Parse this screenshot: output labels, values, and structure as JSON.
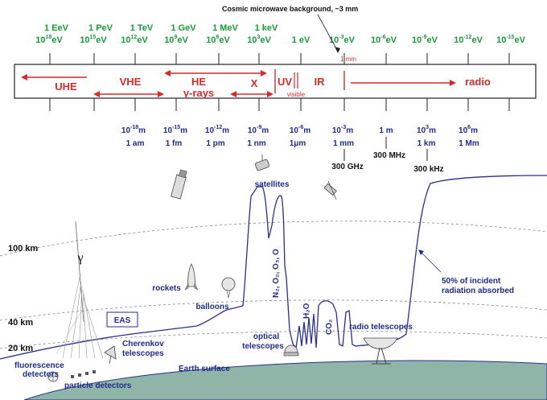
{
  "energy_labels": [
    {
      "top": "1 EeV",
      "base": "10",
      "exp": "18",
      "unit": "eV"
    },
    {
      "top": "1 PeV",
      "base": "10",
      "exp": "15",
      "unit": "eV"
    },
    {
      "top": "1 TeV",
      "base": "10",
      "exp": "12",
      "unit": "eV"
    },
    {
      "top": "1 GeV",
      "base": "10",
      "exp": "9",
      "unit": "eV"
    },
    {
      "top": "1 MeV",
      "base": "10",
      "exp": "6",
      "unit": "eV"
    },
    {
      "top": "1 keV",
      "base": "10",
      "exp": "3",
      "unit": "eV"
    },
    {
      "top": "",
      "base": "1 eV",
      "exp": "",
      "unit": ""
    },
    {
      "top": "",
      "base": "10",
      "exp": "-3",
      "unit": "eV"
    },
    {
      "top": "",
      "base": "10",
      "exp": "-6",
      "unit": "eV"
    },
    {
      "top": "",
      "base": "10",
      "exp": "-9",
      "unit": "eV"
    },
    {
      "top": "",
      "base": "10",
      "exp": "-12",
      "unit": "eV"
    },
    {
      "top": "",
      "base": "10",
      "exp": "-15",
      "unit": "eV"
    }
  ],
  "cmb_label": "Cosmic microwave background, ~3 mm",
  "cmb_marker": "1 mm",
  "bands": {
    "uhe": "UHE",
    "vhe": "VHE",
    "he": "HE",
    "gamma_rays": "γ-rays",
    "x": "X",
    "uv": "UV",
    "ir": "IR",
    "visible": "visible",
    "radio": "radio"
  },
  "wavelength_labels": [
    {
      "base": "10",
      "exp": "-18",
      "unit": "m",
      "name": "1 am"
    },
    {
      "base": "10",
      "exp": "-15",
      "unit": "m",
      "name": "1 fm"
    },
    {
      "base": "10",
      "exp": "-12",
      "unit": "m",
      "name": "1 pm"
    },
    {
      "base": "10",
      "exp": "-9",
      "unit": "m",
      "name": "1 nm"
    },
    {
      "base": "10",
      "exp": "-6",
      "unit": "m",
      "name": "1μm"
    },
    {
      "base": "10",
      "exp": "-3",
      "unit": "m",
      "name": "1 mm"
    },
    {
      "base": "1 m",
      "exp": "",
      "unit": "",
      "name": ""
    },
    {
      "base": "10",
      "exp": "3",
      "unit": "m",
      "name": "1 km"
    },
    {
      "base": "10",
      "exp": "6",
      "unit": "m",
      "name": "1 Mm"
    }
  ],
  "frequency_labels": {
    "ghz": "300 GHz",
    "mhz": "300 MHz",
    "khz": "300 kHz"
  },
  "altitudes": {
    "km100": "100 km",
    "km40": "40 km",
    "km20": "20 km"
  },
  "labels": {
    "satellites": "satellites",
    "rockets": "rockets",
    "balloons": "balloons",
    "eas": "EAS",
    "cherenkov": "Cherenkov",
    "telescopes": "telescopes",
    "fluorescence": "fluorescence",
    "detectors": "detectors",
    "particle_detectors": "particle detectors",
    "earth_surface": "Earth surface",
    "optical": "optical",
    "optical_telescopes": "telescopes",
    "radio_telescopes": "radio telescopes",
    "incident_line1": "50% of incident",
    "incident_line2": "radiation absorbed",
    "gamma": "γ",
    "molecules": "N₂, O₂, O₃, O",
    "h2o": "H₂O",
    "co2": "CO₂"
  },
  "colors": {
    "energy": "#1a9a3a",
    "band": "#d62b2b",
    "curve": "#2a2f8f",
    "earth": "#8fb5a8"
  }
}
